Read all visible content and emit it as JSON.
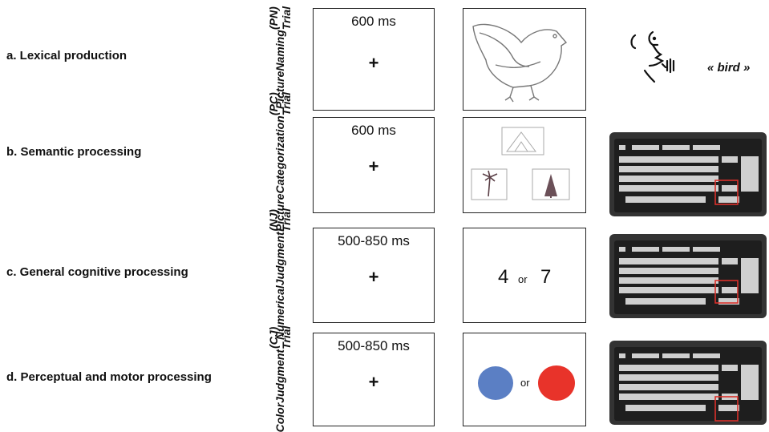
{
  "rows": [
    {
      "task": "a. Lexical production",
      "trial_lines": [
        "Picture",
        "Naming",
        "(PN) Trial"
      ],
      "duration": "600 ms",
      "fixation": "+"
    },
    {
      "task": "b. Semantic processing",
      "trial_lines": [
        "Picture",
        "Categorization",
        "(PC) Trial"
      ],
      "duration": "600 ms",
      "fixation": "+"
    },
    {
      "task": "c. General cognitive processing",
      "trial_lines": [
        "Numerical",
        "Judgment",
        "(NJ) Trial"
      ],
      "duration": "500-850 ms",
      "fixation": "+"
    },
    {
      "task": "d. Perceptual and motor processing",
      "trial_lines": [
        "Color",
        "Judgment",
        "(CJ) Trial"
      ],
      "duration": "500-850 ms",
      "fixation": "+"
    }
  ],
  "numerical_stimulus": {
    "left": "4",
    "or": "or",
    "right": "7"
  },
  "color_stimulus": {
    "or": "or",
    "left_color": "#5b7fc4",
    "right_color": "#e8332a"
  },
  "naming_response": "« bird »",
  "highlight_color": "#d9302a"
}
